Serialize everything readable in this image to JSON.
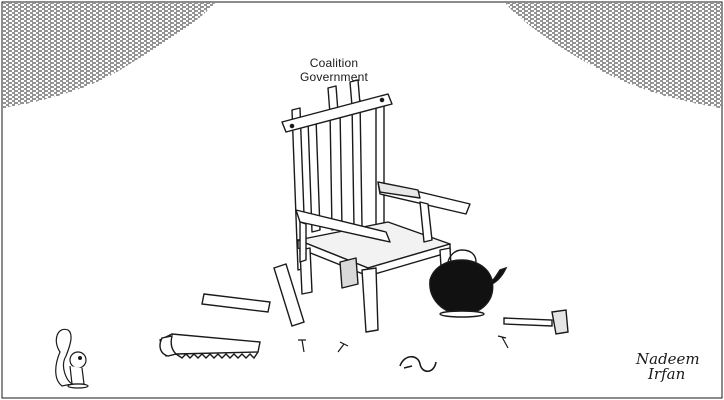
{
  "cartoon": {
    "label_line1": "Coalition",
    "label_line2": "Government",
    "signature_line1": "Nadeem",
    "signature_line2": "Irfan"
  },
  "colors": {
    "ink": "#1a1a1a",
    "paper": "#ffffff",
    "shade": "#d9d9d9",
    "kettle_fill": "#111111"
  }
}
